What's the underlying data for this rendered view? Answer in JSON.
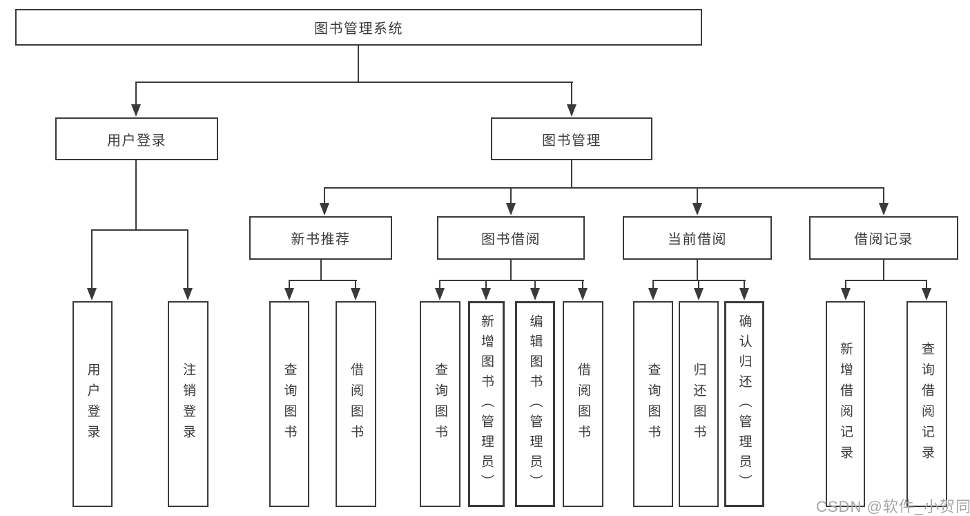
{
  "diagram": {
    "root": {
      "label": "图书管理系统"
    },
    "level2": [
      {
        "id": "user-login",
        "label": "用户登录"
      },
      {
        "id": "book-management",
        "label": "图书管理"
      }
    ],
    "level3": [
      {
        "id": "new-book-recommend",
        "label": "新书推荐"
      },
      {
        "id": "book-borrowing",
        "label": "图书借阅"
      },
      {
        "id": "current-borrowing",
        "label": "当前借阅"
      },
      {
        "id": "borrowing-records",
        "label": "借阅记录"
      }
    ],
    "leaves": [
      {
        "parent": "用户登录",
        "label": "用户登录"
      },
      {
        "parent": "用户登录",
        "label": "注销登录"
      },
      {
        "parent": "新书推荐",
        "label": "查询图书"
      },
      {
        "parent": "新书推荐",
        "label": "借阅图书"
      },
      {
        "parent": "图书借阅",
        "label": "查询图书"
      },
      {
        "parent": "图书借阅",
        "label": "新增图书（管理员）"
      },
      {
        "parent": "图书借阅",
        "label": "编辑图书（管理员）"
      },
      {
        "parent": "图书借阅",
        "label": "借阅图书"
      },
      {
        "parent": "当前借阅",
        "label": "查询图书"
      },
      {
        "parent": "当前借阅",
        "label": "归还图书"
      },
      {
        "parent": "当前借阅",
        "label": "确认归还（管理员）"
      },
      {
        "parent": "借阅记录",
        "label": "新增借阅记录"
      },
      {
        "parent": "借阅记录",
        "label": "查询借阅记录"
      }
    ],
    "watermark": {
      "text": "CSDN @软件_小贺同学",
      "color": "#a6a6a6"
    },
    "colors": {
      "line": "#3a3a3a",
      "text": "#3b3b3d",
      "background": "#ffffff"
    }
  }
}
